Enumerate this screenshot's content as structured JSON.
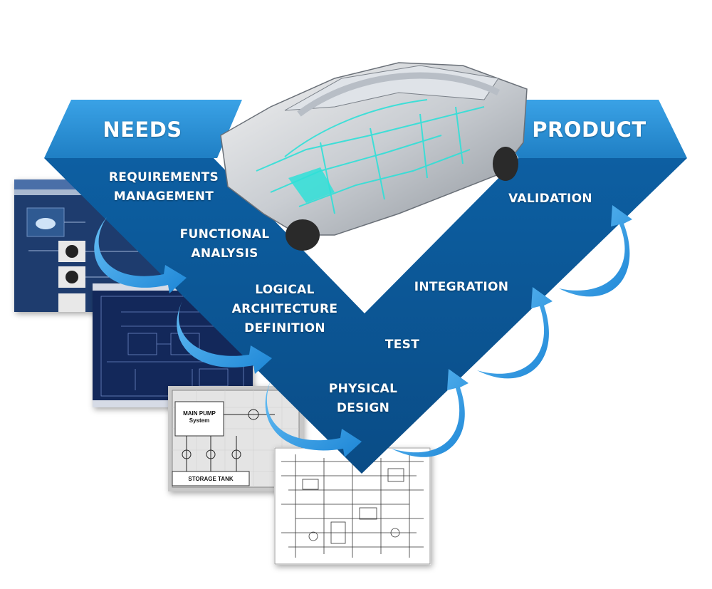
{
  "header": {
    "left": "NEEDS",
    "right": "PRODUCT"
  },
  "left_steps": {
    "requirements": [
      "REQUIREMENTS",
      "MANAGEMENT"
    ],
    "functional": [
      "FUNCTIONAL",
      "ANALYSIS"
    ],
    "logical": [
      "LOGICAL",
      "ARCHITECTURE",
      "DEFINITION"
    ],
    "physical": [
      "PHYSICAL",
      "DESIGN"
    ]
  },
  "right_steps": {
    "test": "TEST",
    "integration": "INTEGRATION",
    "validation": "VALIDATION"
  },
  "screenshots": {
    "schematic_box": [
      "MAIN PUMP",
      "System"
    ],
    "storage": "STORAGE TANK"
  },
  "colors": {
    "v_body": "#0c5896",
    "v_dark": "#0a4a80",
    "banner": "#2a8fd4",
    "arrow": "#2e9be6"
  }
}
